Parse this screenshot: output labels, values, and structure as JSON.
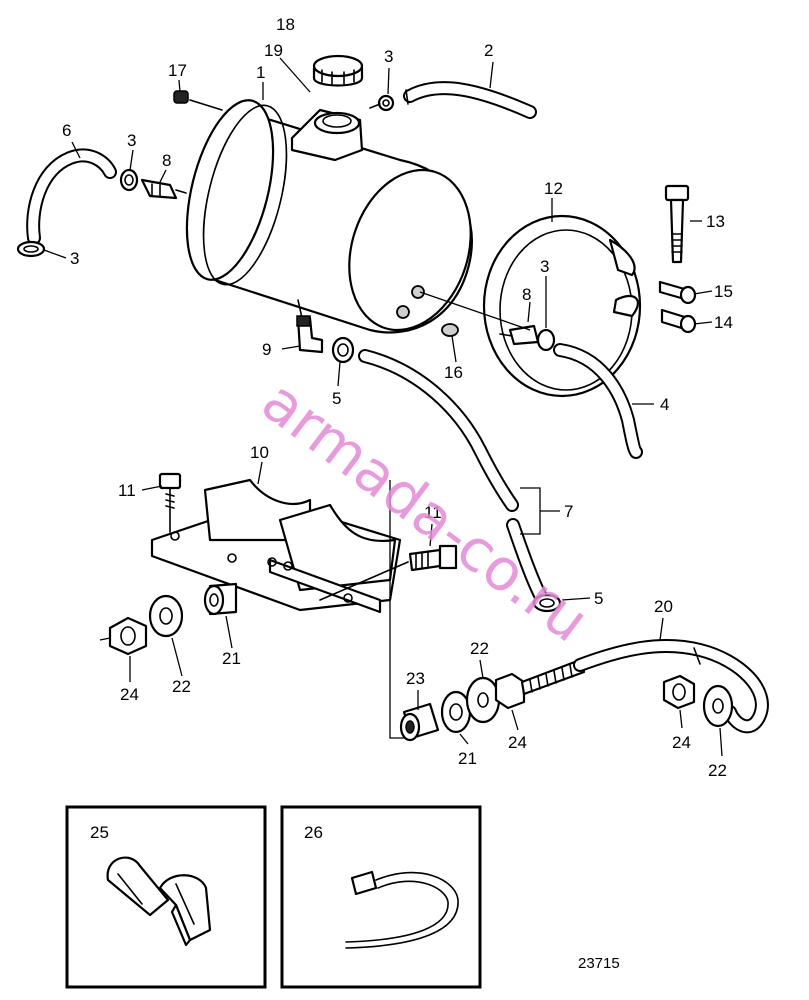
{
  "labels": {
    "l1": "1",
    "l2": "2",
    "l3a": "3",
    "l3b": "3",
    "l3c": "3",
    "l3d": "3",
    "l4": "4",
    "l5a": "5",
    "l5b": "5",
    "l6": "6",
    "l7": "7",
    "l8a": "8",
    "l8b": "8",
    "l9": "9",
    "l10": "10",
    "l11a": "11",
    "l11b": "11",
    "l12": "12",
    "l13": "13",
    "l14": "14",
    "l15": "15",
    "l16": "16",
    "l17": "17",
    "l18": "18",
    "l19": "19",
    "l20": "20",
    "l21a": "21",
    "l21b": "21",
    "l22a": "22",
    "l22b": "22",
    "l22c": "22",
    "l23": "23",
    "l24a": "24",
    "l24b": "24",
    "l24c": "24",
    "l25": "25",
    "l26": "26"
  },
  "reference_number": "23715",
  "watermark": "armada-co.ru"
}
